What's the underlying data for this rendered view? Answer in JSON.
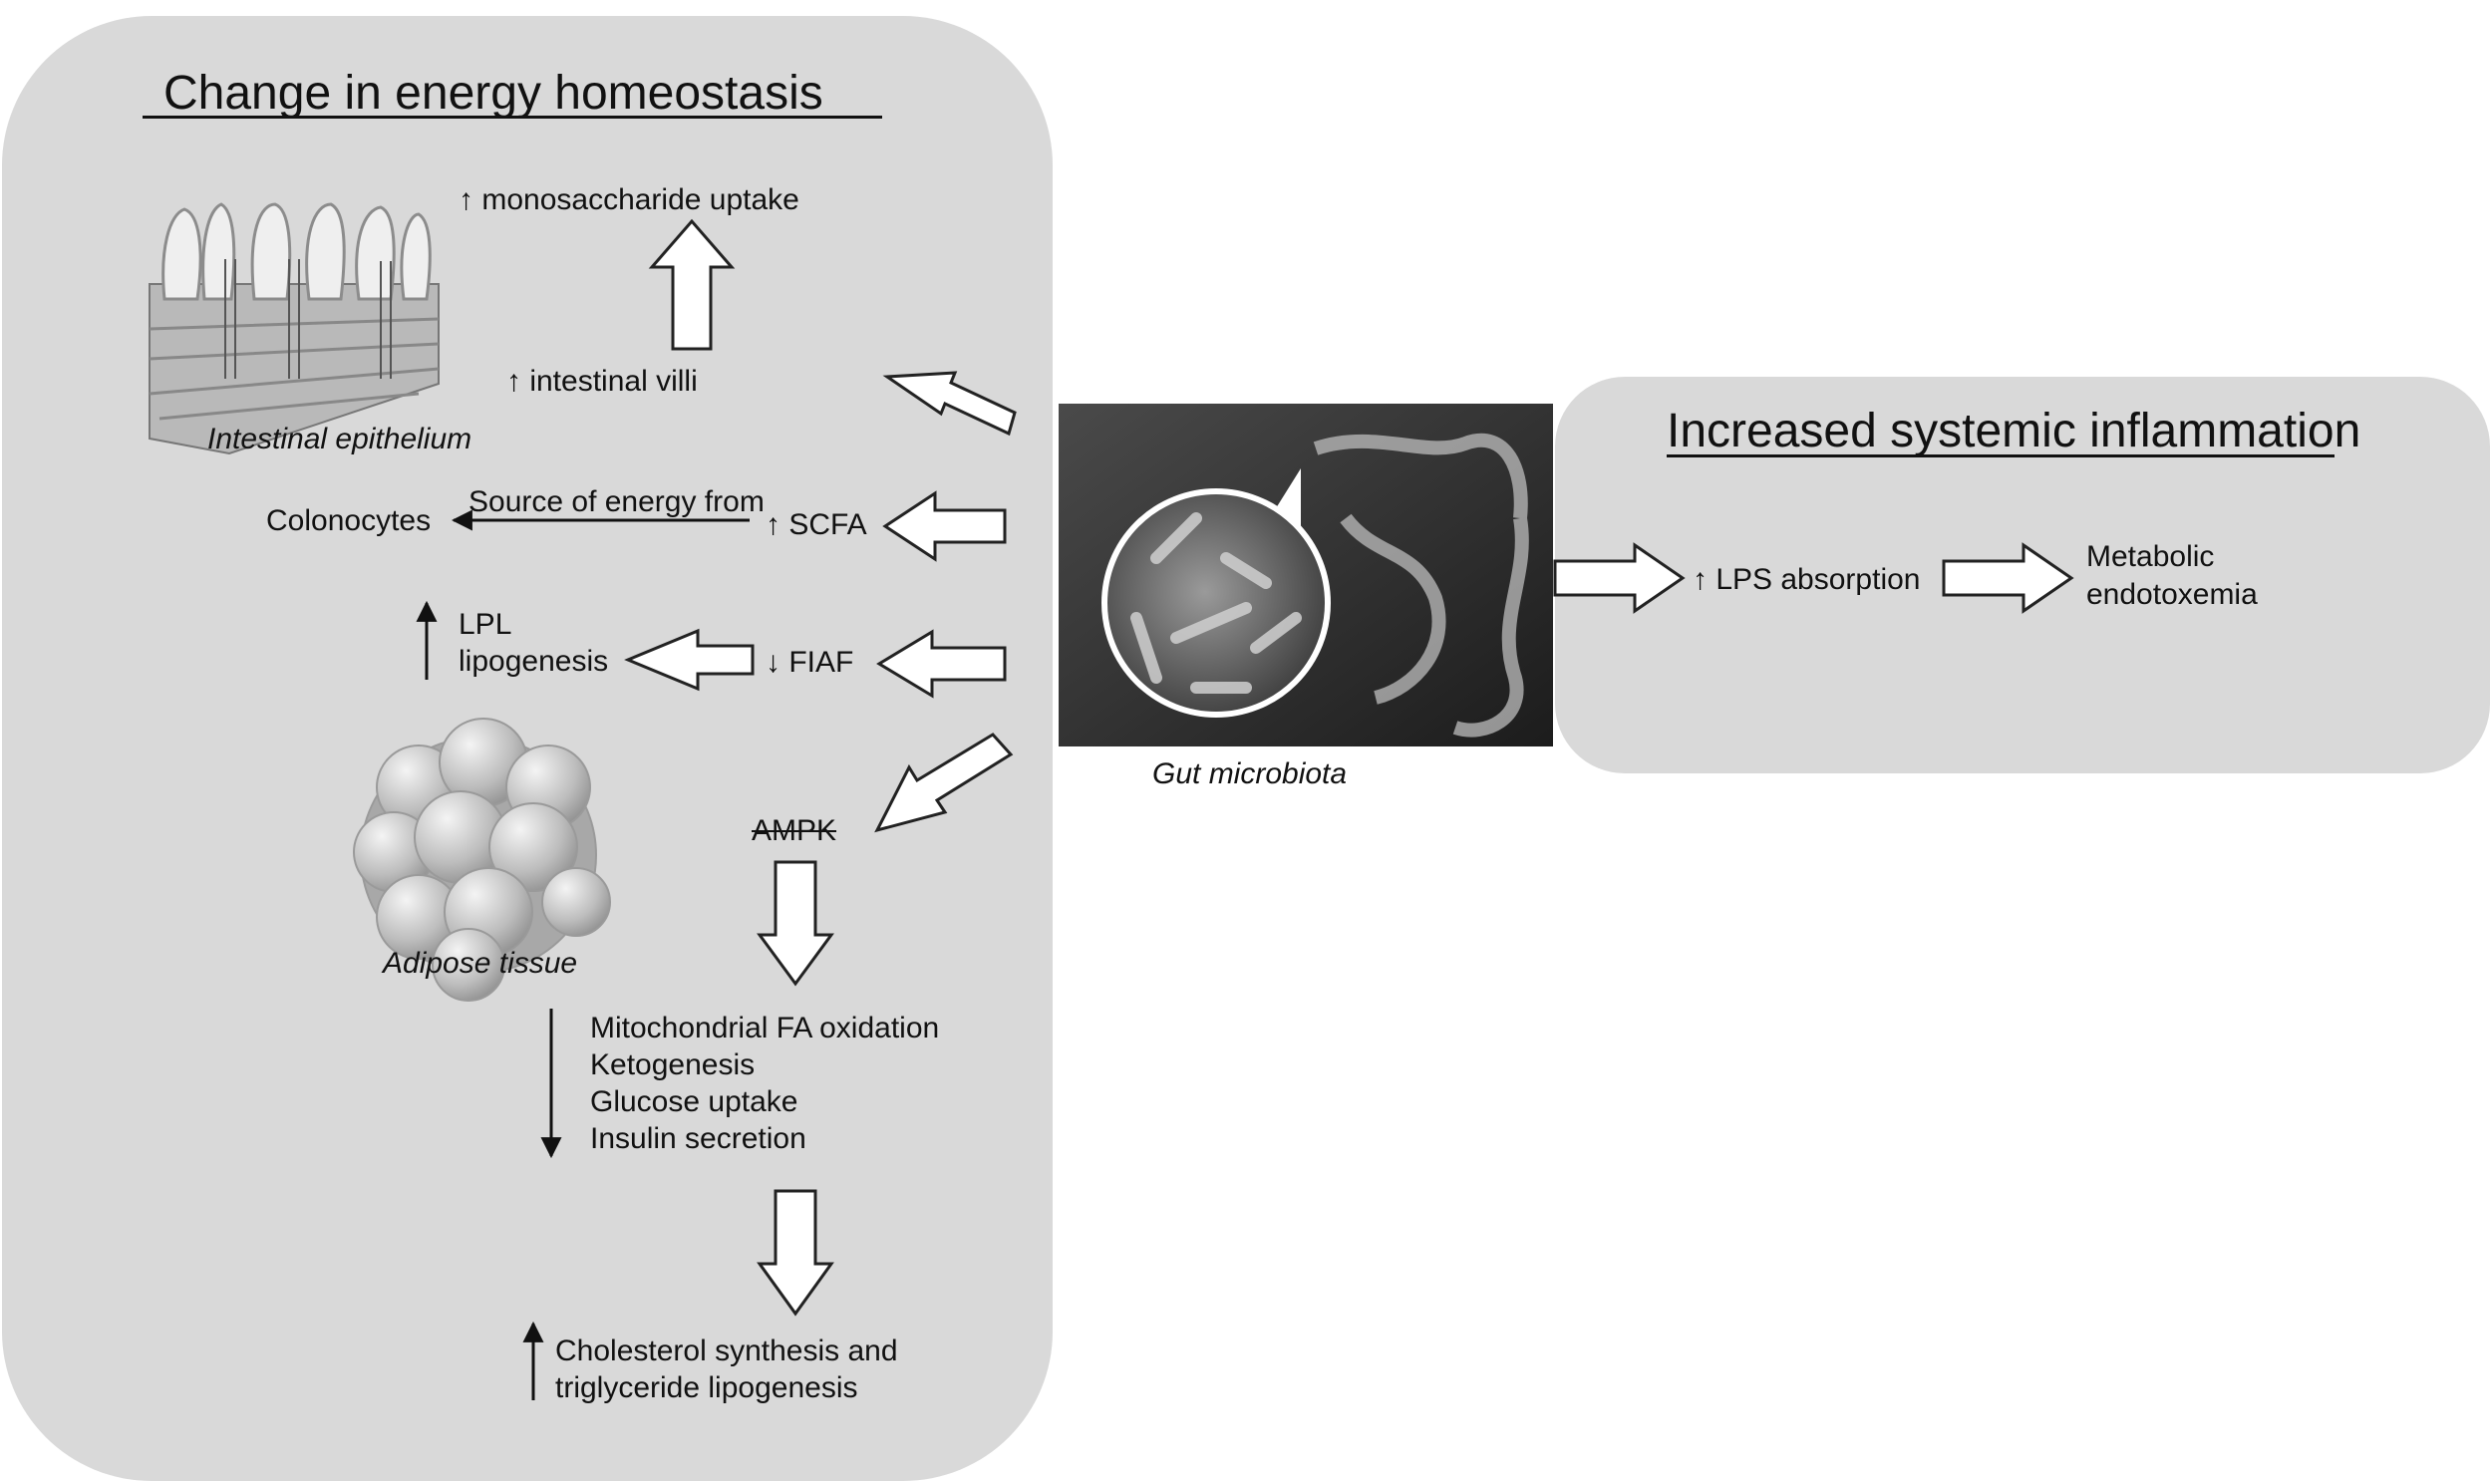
{
  "left_panel": {
    "title": "Change in energy homeostasis",
    "monosaccharide": "↑ monosaccharide uptake",
    "villi": "↑ intestinal villi",
    "epithelium_caption": "Intestinal epithelium",
    "colonocytes": "Colonocytes",
    "source_energy": "Source of energy from",
    "scfa": "↑ SCFA",
    "lpl_line1": "LPL",
    "lpl_line2": "lipogenesis",
    "fiaf": "↓ FIAF",
    "ampk": "AMPK",
    "adipose_caption": "Adipose tissue",
    "effects": [
      "Mitochondrial FA oxidation",
      "Ketogenesis",
      "Glucose uptake",
      "Insulin secretion"
    ],
    "cholesterol_line1": "Cholesterol synthesis and",
    "cholesterol_line2": "triglyceride lipogenesis"
  },
  "center": {
    "gut_caption": "Gut microbiota"
  },
  "right_panel": {
    "title": "Increased systemic inflammation",
    "lps": "↑ LPS absorption",
    "endotoxemia_line1": "Metabolic",
    "endotoxemia_line2": "endotoxemia"
  },
  "colors": {
    "panel_fill": "#d9d9d9",
    "arrow_fill": "#ffffff",
    "stroke": "#222222"
  }
}
